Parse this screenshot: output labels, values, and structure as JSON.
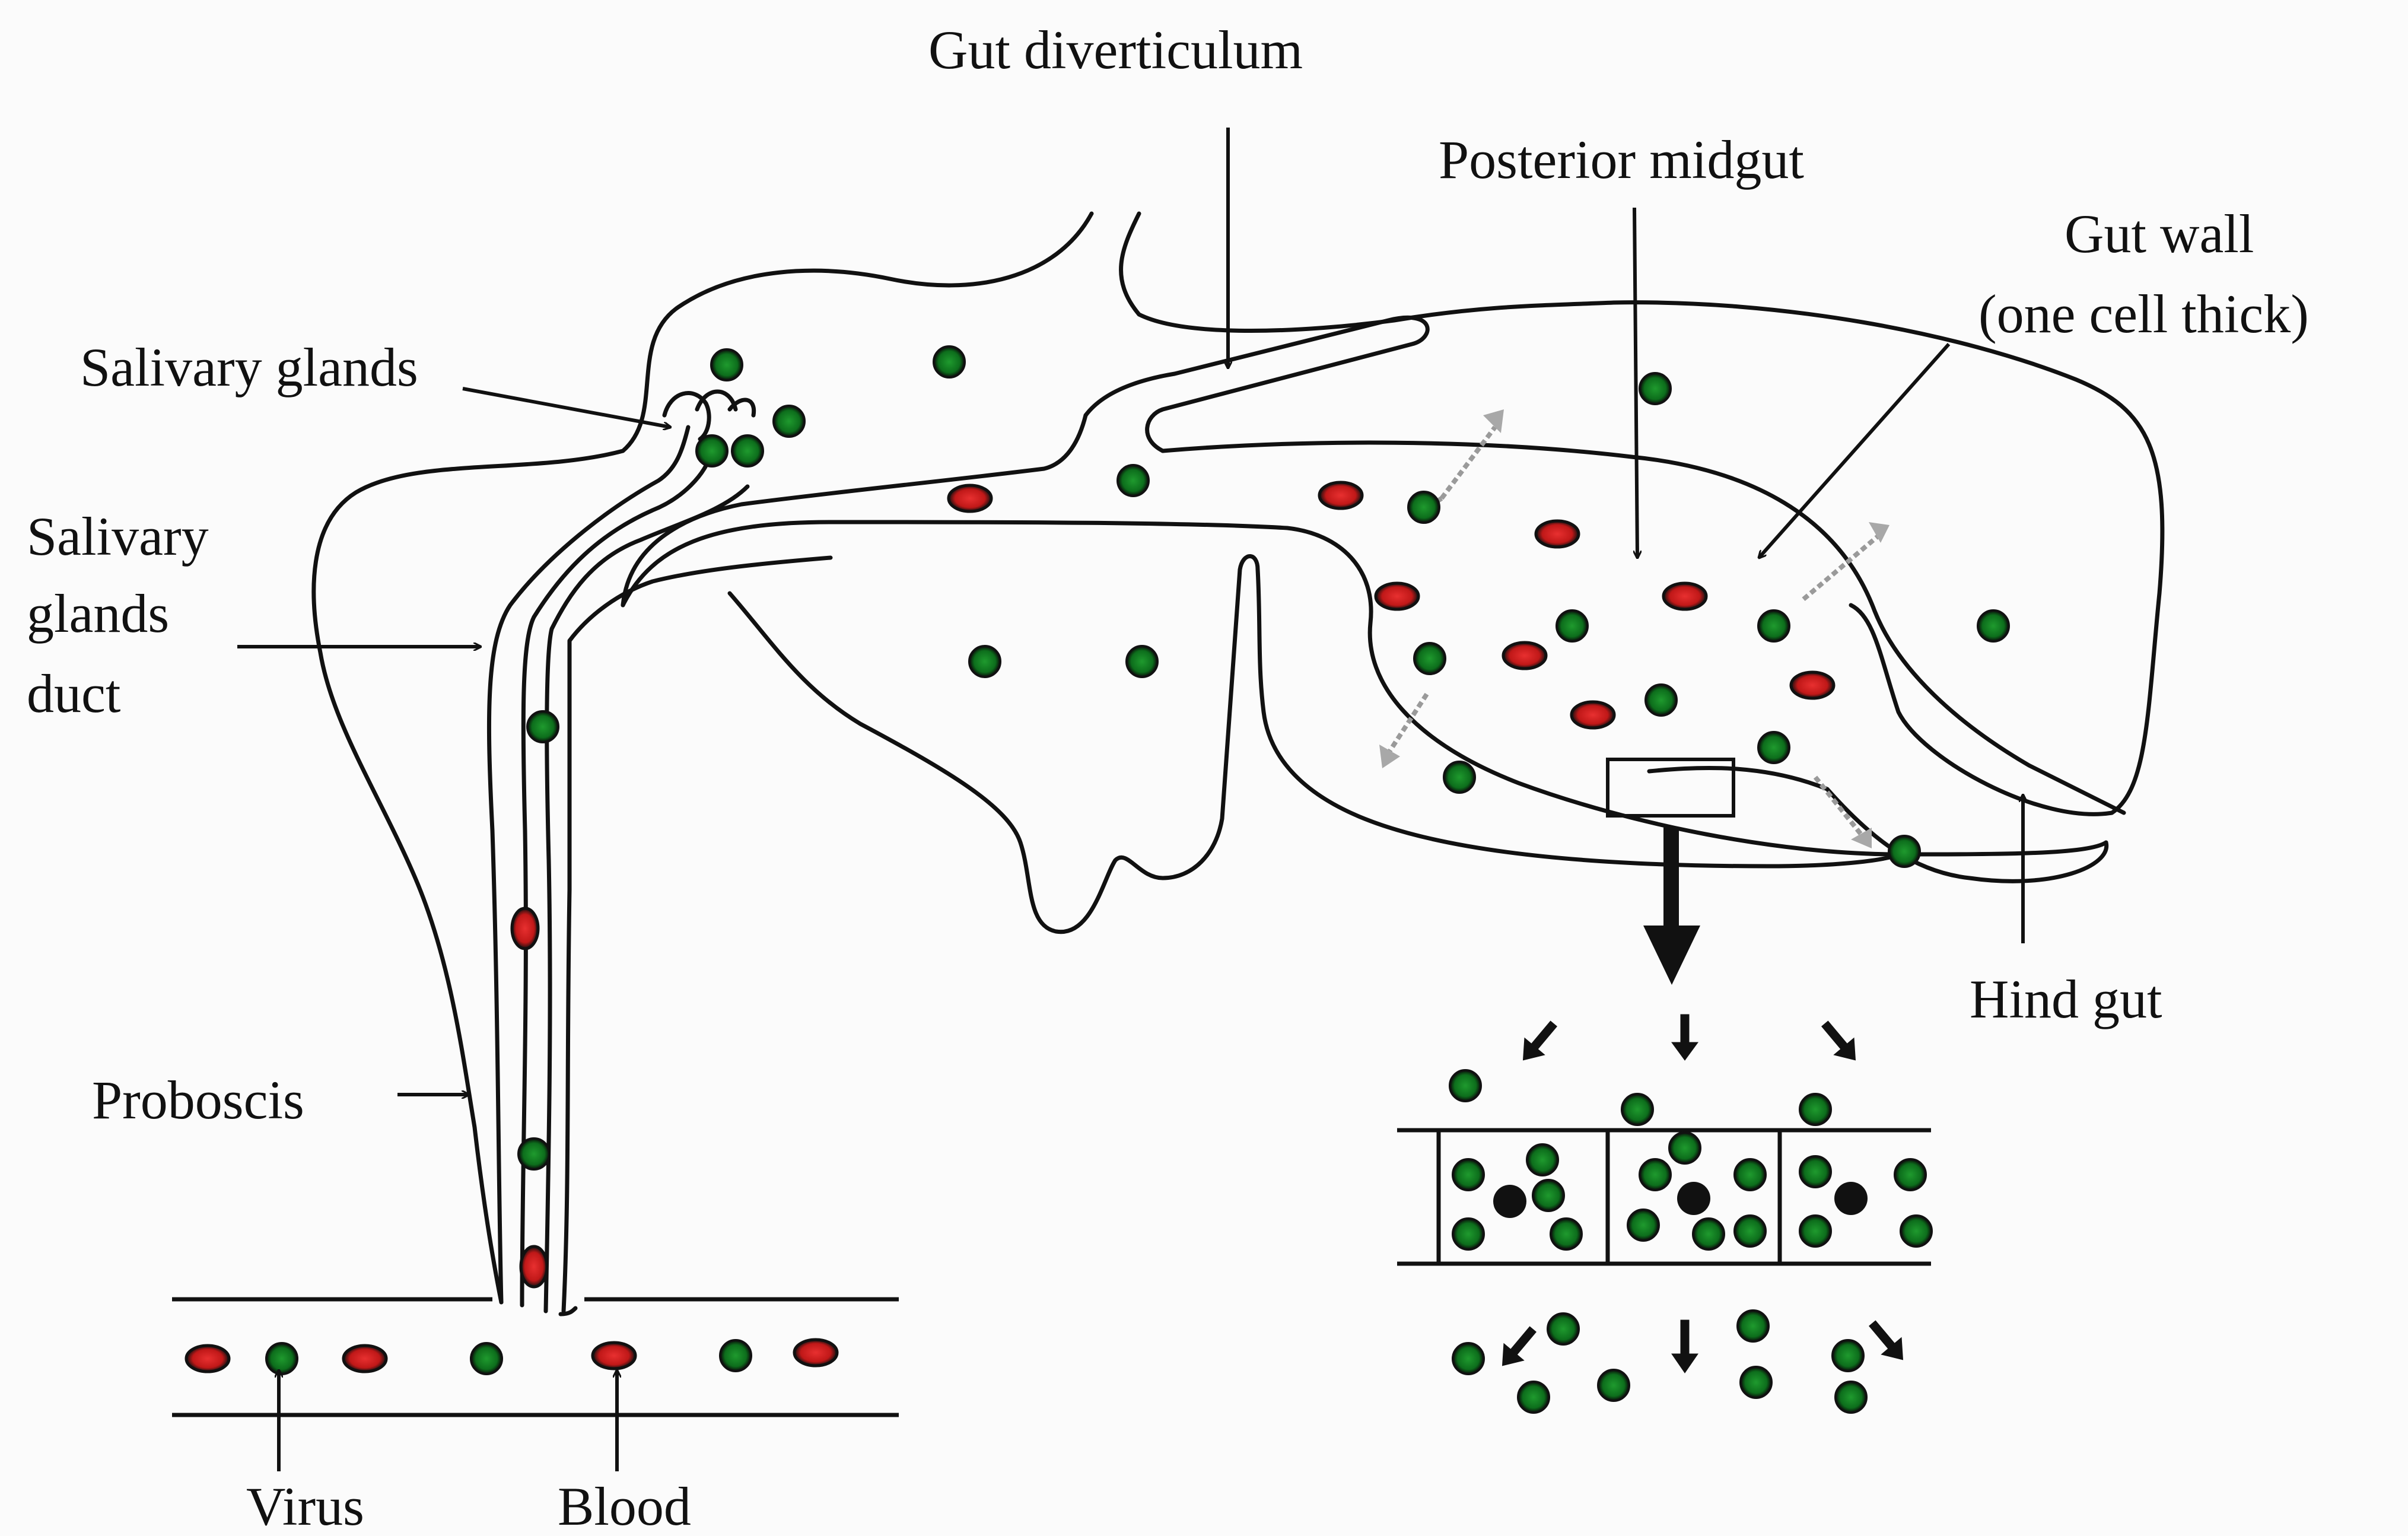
{
  "labels": {
    "gut_diverticulum": "Gut diverticulum",
    "posterior_midgut": "Posterior midgut",
    "gut_wall_line1": "Gut wall",
    "gut_wall_line2": "(one cell thick)",
    "salivary_glands": "Salivary glands",
    "salivary_duct_line1": "Salivary",
    "salivary_duct_line2": "glands",
    "salivary_duct_line3": "duct",
    "proboscis": "Proboscis",
    "hind_gut": "Hind gut",
    "virus": "Virus",
    "blood": "Blood"
  },
  "colors": {
    "outline": "#111111",
    "virus_particle": "#0d6e1c",
    "blood_cell": "#d11a1a",
    "secretion_arrow": "#a0a0a0",
    "background": "#fbfbfb"
  }
}
